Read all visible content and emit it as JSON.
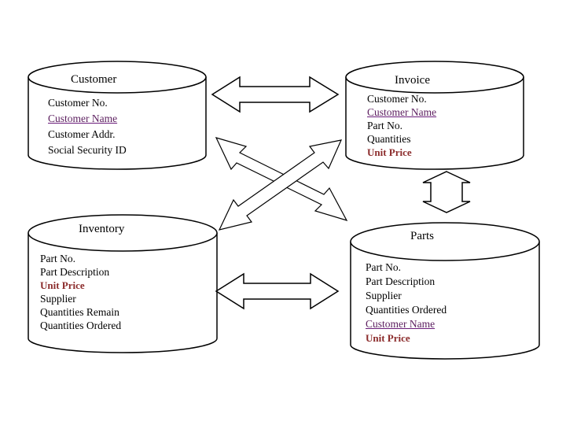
{
  "tables": {
    "customer": {
      "title": "Customer",
      "fields": [
        "Customer No.",
        "Customer Name",
        "Customer Addr.",
        "Social Security ID"
      ]
    },
    "invoice": {
      "title": "Invoice",
      "fields": [
        "Customer No.",
        "Customer Name",
        "Part No.",
        "Quantities",
        "Unit Price"
      ]
    },
    "inventory": {
      "title": "Inventory",
      "fields": [
        "Part No.",
        "Part Description",
        "Unit Price",
        "Supplier",
        "Quantities Remain",
        "Quantities Ordered"
      ]
    },
    "parts": {
      "title": "Parts",
      "fields": [
        "Part No.",
        "Part Description",
        "Supplier",
        "Quantities Ordered",
        "Customer Name",
        "Unit Price"
      ]
    }
  },
  "colors": {
    "link_field": "#5b1e5e",
    "price_field": "#8b2b2b",
    "outline": "#000000"
  }
}
